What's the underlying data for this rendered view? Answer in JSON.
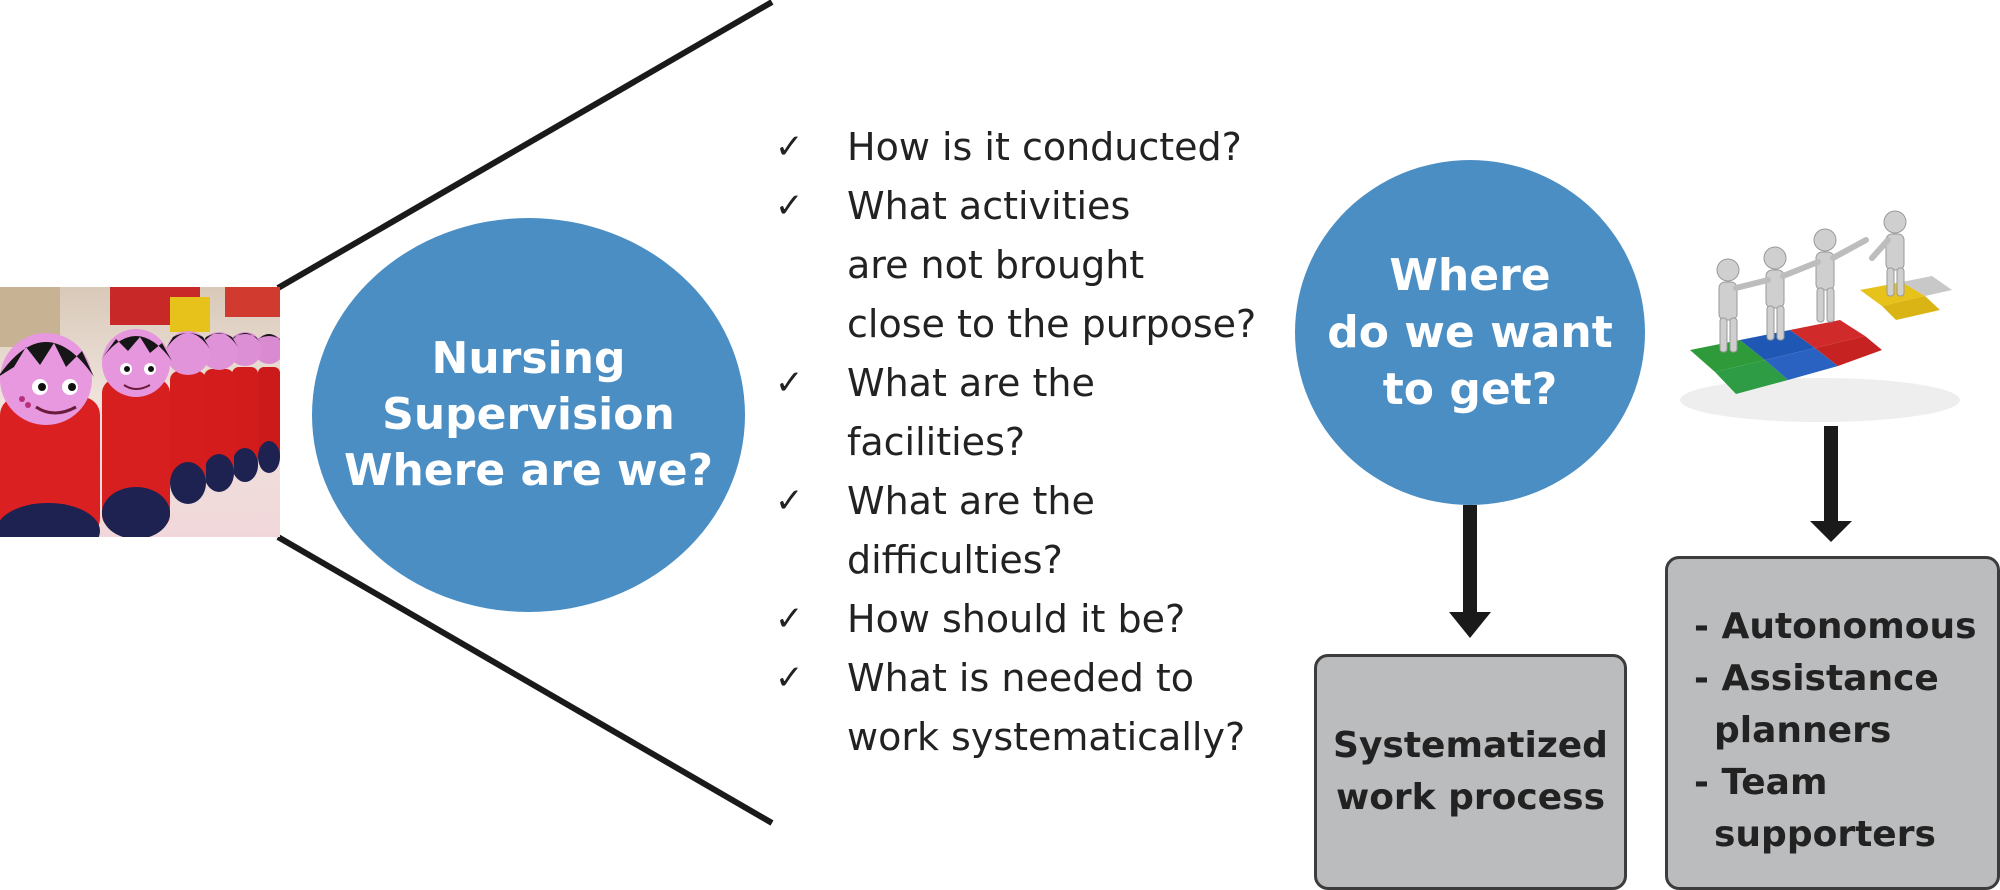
{
  "left_circle": {
    "lines": [
      "Nursing",
      "Supervision",
      "Where are we?"
    ]
  },
  "checklist": {
    "mark": "✓",
    "items": [
      {
        "lines": [
          "How is it conducted?"
        ]
      },
      {
        "lines": [
          "What activities",
          "are not brought",
          "close to the purpose?"
        ]
      },
      {
        "lines": [
          "What are the",
          "facilities?"
        ]
      },
      {
        "lines": [
          "What are the",
          "difficulties?"
        ]
      },
      {
        "lines": [
          "How should it be?"
        ]
      },
      {
        "lines": [
          "What is needed to",
          "work systematically?"
        ]
      }
    ]
  },
  "right_circle": {
    "lines": [
      "Where",
      "do we want",
      "to get?"
    ]
  },
  "middle_box": {
    "lines": [
      "Systematized",
      "work process"
    ]
  },
  "right_box": {
    "items": [
      {
        "lines": [
          "- Autonomous"
        ]
      },
      {
        "lines": [
          "- Assistance",
          "planners"
        ]
      },
      {
        "lines": [
          "- Team",
          "supporters"
        ]
      }
    ]
  },
  "colors": {
    "circle_fill": "#4b8ec4",
    "box_fill": "#bbbcbe",
    "box_border": "#3c3c3c",
    "text_dark": "#222222",
    "connector": "#1a1a1a"
  },
  "icons": {
    "left_image": "wooden-figures-photo",
    "right_image": "teamwork-puzzle-figures",
    "arrow": "arrow-down-icon"
  }
}
